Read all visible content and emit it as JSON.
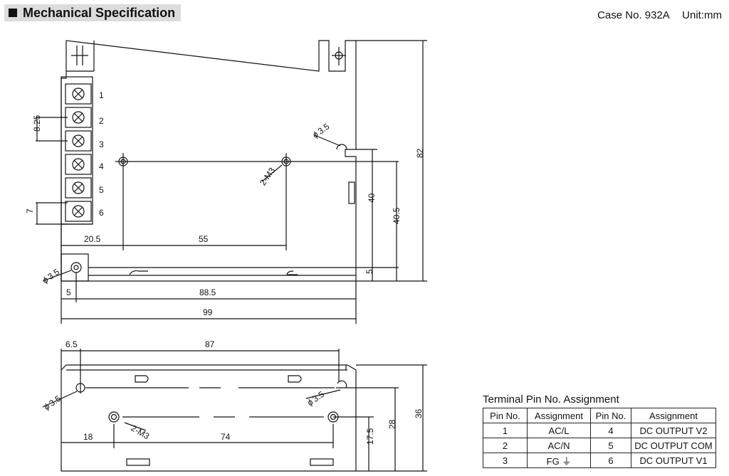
{
  "header": {
    "title": "Mechanical Specification"
  },
  "case": {
    "case_no": "Case No. 932A",
    "unit": "Unit:mm"
  },
  "top_view": {
    "pin_numbers": [
      "1",
      "2",
      "3",
      "4",
      "5",
      "6"
    ],
    "dim_pitch": "8.25",
    "dim_terminal_width": "7",
    "dim_hole_left": "20.5",
    "dim_hole_spacing": "55",
    "hole_label_m3": "2-M3",
    "hole_label_phi_top": "3.5",
    "hole_label_phi_bottom": "3.5",
    "dim_edge": "5",
    "dim_inner_width": "88.5",
    "dim_total_width": "99",
    "dim_height_40": "40",
    "dim_height_40_5": "40.5",
    "dim_height_82": "82",
    "dim_bottom_5": "5"
  },
  "side_view": {
    "dim_6_5": "6.5",
    "dim_87": "87",
    "hole_label_phi_left": "3.5",
    "hole_label_phi_right": "3.5",
    "hole_label_m3": "2-M3",
    "dim_18": "18",
    "dim_74": "74",
    "dim_17_5": "17.5",
    "dim_28": "28",
    "dim_36": "36"
  },
  "pin_table": {
    "caption": "Terminal Pin No.  Assignment",
    "headers": [
      "Pin No.",
      "Assignment",
      "Pin No.",
      "Assignment"
    ],
    "rows": [
      [
        "1",
        "AC/L",
        "4",
        "DC OUTPUT V2"
      ],
      [
        "2",
        "AC/N",
        "5",
        "DC OUTPUT COM"
      ],
      [
        "3",
        "FG",
        "6",
        "DC OUTPUT V1"
      ]
    ],
    "ground_symbol": "⏚"
  }
}
